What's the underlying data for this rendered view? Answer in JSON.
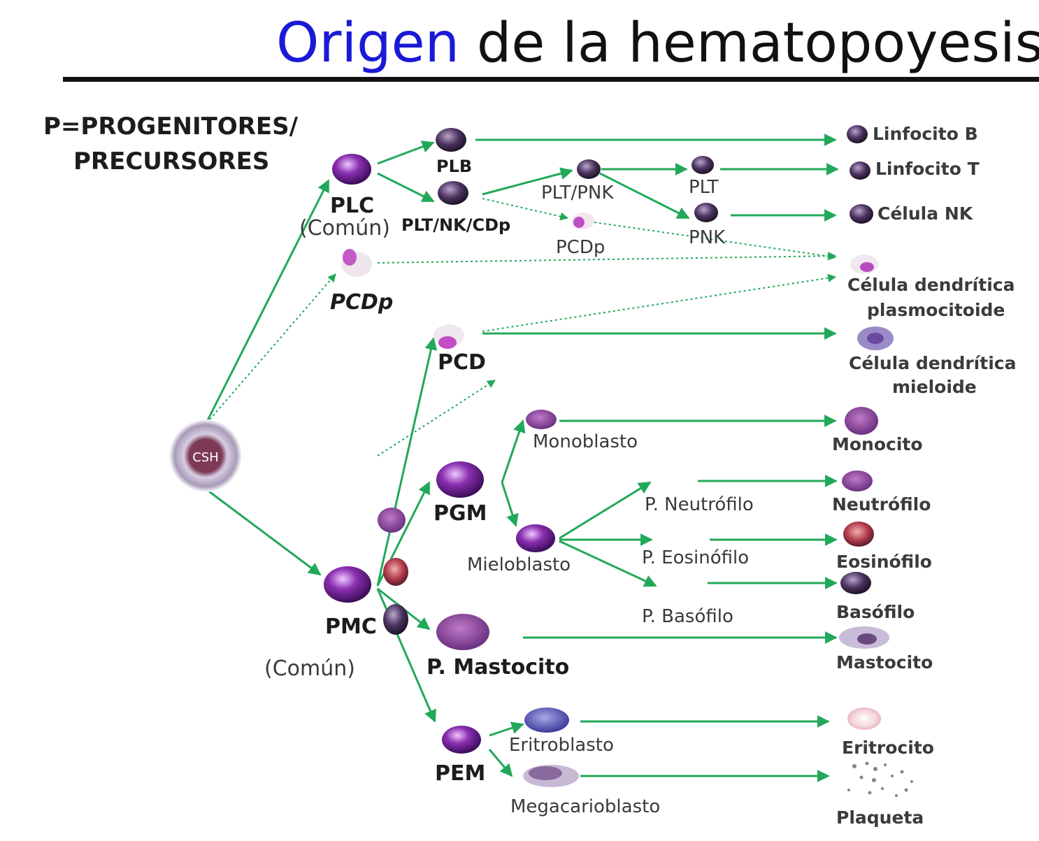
{
  "title": {
    "part1": "Origen",
    "part2": " de la hematopoyesis"
  },
  "legend": {
    "line1": "P=PROGENITORES/",
    "line2": "PRECURSORES"
  },
  "stem": {
    "label": "CSH"
  },
  "progenitors": {
    "plc": {
      "label": "PLC",
      "sub": "(Común)"
    },
    "pcdp_left": {
      "label": "PCDp"
    },
    "pmc": {
      "label": "PMC",
      "sub": "(Común)"
    },
    "plb": {
      "label": "PLB"
    },
    "plt_nk_cdp": {
      "label": "PLT/NK/CDp"
    },
    "pcd": {
      "label": "PCD"
    },
    "pgm": {
      "label": "PGM"
    },
    "p_mastocito": {
      "label": "P. Mastocito"
    },
    "pem": {
      "label": "PEM"
    }
  },
  "intermediates": {
    "plt_pnk": "PLT/PNK",
    "pcdp_mid": "PCDp",
    "plt": "PLT",
    "pnk": "PNK",
    "monoblasto": "Monoblasto",
    "mieloblasto": "Mieloblasto",
    "p_neutrofilo": "P. Neutrófilo",
    "p_eosinofilo": "P. Eosinófilo",
    "p_basofilo": "P. Basófilo",
    "eritroblasto": "Eritroblasto",
    "megacarioblasto": "Megacarioblasto"
  },
  "mature": {
    "linfocito_b": "Linfocito B",
    "linfocito_t": "Linfocito T",
    "celula_nk": "Célula NK",
    "cdp_line1": "Célula dendrítica",
    "cdp_line2": "plasmocitoide",
    "cdm_line1": "Célula dendrítica",
    "cdm_line2": "mieloide",
    "monocito": "Monocito",
    "neutrofilo": "Neutrófilo",
    "eosinofilo": "Eosinófilo",
    "basofilo": "Basófilo",
    "mastocito": "Mastocito",
    "eritrocito": "Eritrocito",
    "plaqueta": "Plaqueta"
  },
  "colors": {
    "title_accent": "#1a1ad6",
    "arrow": "#22a85a",
    "cell_purple": "#7a2a9a",
    "cell_dark": "#3b2a4a"
  }
}
